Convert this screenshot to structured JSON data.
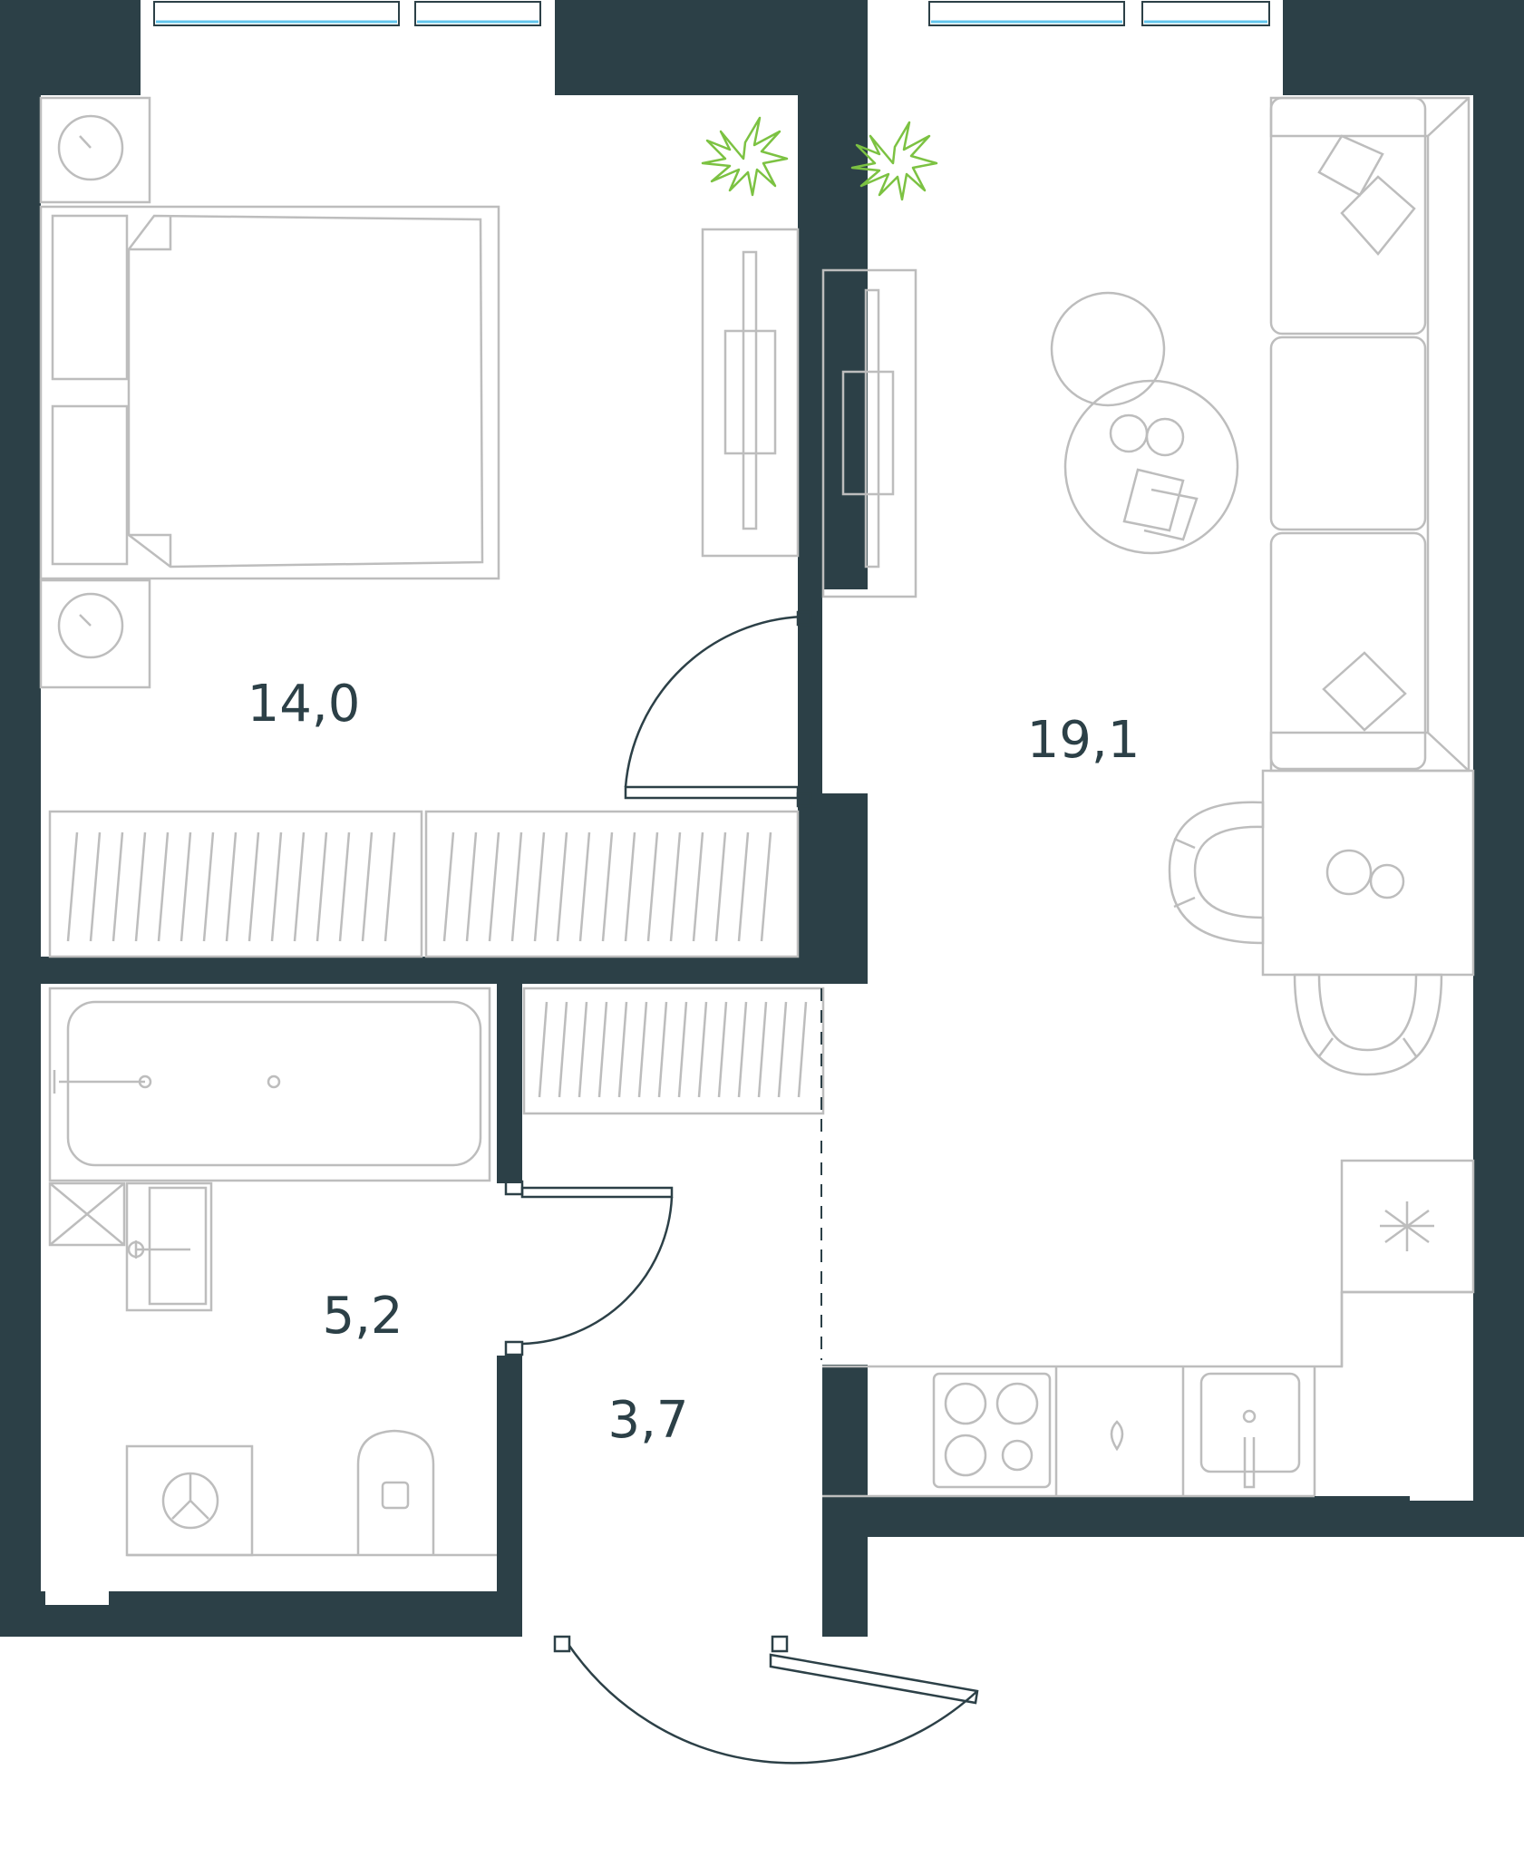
{
  "rooms": [
    {
      "id": "bedroom",
      "area": "14,0"
    },
    {
      "id": "living-kitchen",
      "area": "19,1"
    },
    {
      "id": "bathroom",
      "area": "5,2"
    },
    {
      "id": "hallway",
      "area": "3,7"
    }
  ],
  "colors": {
    "wall": "#2c4047",
    "furniture": "#bdbdbd",
    "plant": "#7cc242",
    "window_glass": "#61c5ec",
    "background": "#ffffff"
  }
}
